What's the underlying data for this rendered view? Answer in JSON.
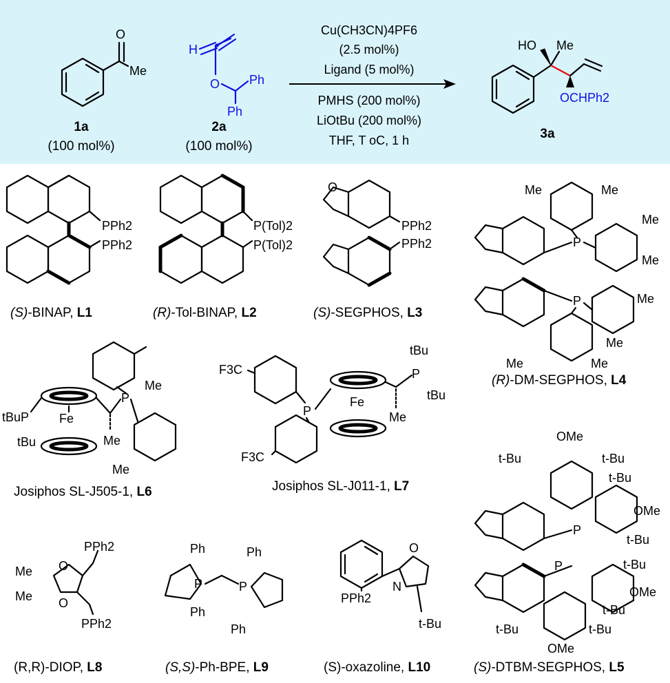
{
  "colors": {
    "banner": "#d9f3fb",
    "blue": "#1010e0",
    "red": "#e01010"
  },
  "reaction": {
    "reagent1": {
      "number": "1a",
      "amount": "(100 mol%)",
      "group": "Me"
    },
    "reagent2": {
      "number": "2a",
      "amount": "(100 mol%)",
      "h": "H",
      "o": "O",
      "ph": "Ph"
    },
    "conditions": [
      "Cu(CH3CN)4PF6",
      "(2.5 mol%)",
      "Ligand (5 mol%)",
      "PMHS (200 mol%)",
      "LiOtBu (200 mol%)",
      "THF, T oC, 1 h"
    ],
    "product": {
      "number": "3a",
      "ho": "HO",
      "me": "Me",
      "ether": "OCHPh2"
    }
  },
  "ligands": [
    {
      "prefix": "(S)",
      "name": "-BINAP, ",
      "id": "L1",
      "atoms": [
        "PPh2",
        "PPh2"
      ]
    },
    {
      "prefix": "(R)",
      "name": "-Tol-BINAP, ",
      "id": "L2",
      "atoms": [
        "P(Tol)2",
        "P(Tol)2"
      ]
    },
    {
      "prefix": "(S)",
      "name": "-SEGPHOS, ",
      "id": "L3",
      "atoms": [
        "PPh2",
        "PPh2"
      ]
    },
    {
      "prefix": "(R)",
      "name": "-DM-SEGPHOS, ",
      "id": "L4",
      "atoms": [
        "P",
        "P",
        "Me"
      ]
    },
    {
      "prefix": "",
      "name": "Josiphos SL-J505-1, ",
      "id": "L6",
      "atoms": [
        "tBu",
        "P",
        "Fe",
        "Me"
      ]
    },
    {
      "prefix": "",
      "name": "Josiphos SL-J011-1, ",
      "id": "L7",
      "atoms": [
        "F3C",
        "P",
        "Fe",
        "tBu",
        "Me"
      ]
    },
    {
      "prefix": "(R,R)",
      "name": "-DIOP, ",
      "id": "L8",
      "atoms": [
        "PPh2",
        "Me",
        "O"
      ]
    },
    {
      "prefix": "(S,S)",
      "name": "-Ph-BPE, ",
      "id": "L9",
      "atoms": [
        "Ph",
        "P"
      ]
    },
    {
      "prefix": "(S)",
      "name": "-oxazoline, ",
      "id": "L10",
      "atoms": [
        "PPh2",
        "N",
        "O",
        "t-Bu"
      ]
    },
    {
      "prefix": "(S)",
      "name": "-DTBM-SEGPHOS, ",
      "id": "L5",
      "atoms": [
        "P",
        "OMe",
        "t-Bu"
      ]
    }
  ]
}
